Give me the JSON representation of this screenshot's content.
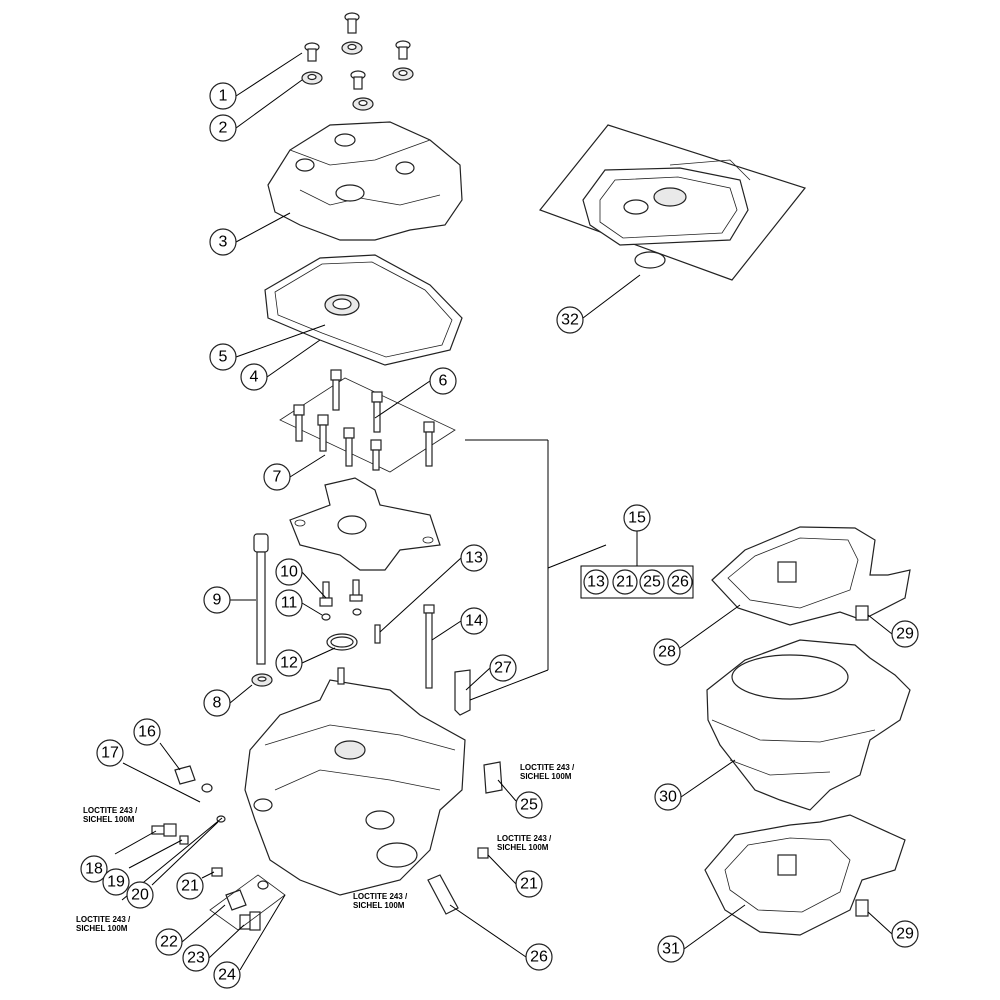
{
  "callouts": [
    {
      "label": "1"
    },
    {
      "label": "2"
    },
    {
      "label": "3"
    },
    {
      "label": "4"
    },
    {
      "label": "5"
    },
    {
      "label": "6"
    },
    {
      "label": "7"
    },
    {
      "label": "8"
    },
    {
      "label": "9"
    },
    {
      "label": "10"
    },
    {
      "label": "11"
    },
    {
      "label": "12"
    },
    {
      "label": "13"
    },
    {
      "label": "14"
    },
    {
      "label": "15"
    },
    {
      "label": "16"
    },
    {
      "label": "17"
    },
    {
      "label": "18"
    },
    {
      "label": "19"
    },
    {
      "label": "20"
    },
    {
      "label": "21"
    },
    {
      "label": "21"
    },
    {
      "label": "22"
    },
    {
      "label": "23"
    },
    {
      "label": "24"
    },
    {
      "label": "25"
    },
    {
      "label": "26"
    },
    {
      "label": "27"
    },
    {
      "label": "28"
    },
    {
      "label": "29"
    },
    {
      "label": "29"
    },
    {
      "label": "30"
    },
    {
      "label": "31"
    },
    {
      "label": "32"
    }
  ],
  "kit_15_contents": [
    "13",
    "21",
    "25",
    "26"
  ],
  "notes": {
    "loctite_line1": "LOCTITE 243 /",
    "loctite_line2": "SICHEL 100M"
  }
}
